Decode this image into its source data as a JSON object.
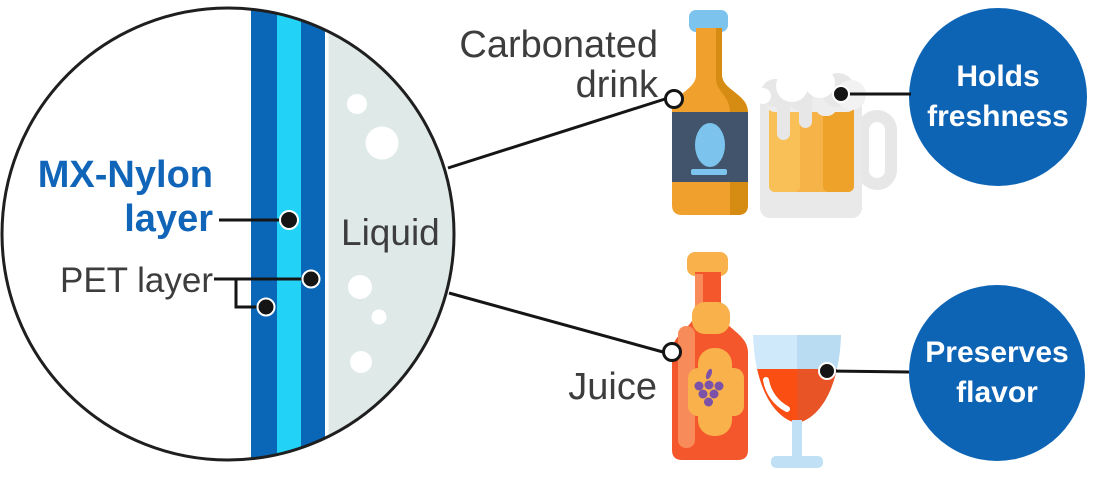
{
  "figure": {
    "lens": {
      "mx_nylon_label": "MX-Nylon\nlayer",
      "pet_label": "PET layer",
      "liquid_label": "Liquid"
    },
    "carbonated": {
      "label": "Carbonated\ndrink",
      "benefit": "Holds\nfreshness"
    },
    "juice": {
      "label": "Juice",
      "benefit": "Preserves\nflavor"
    },
    "colors": {
      "brand_blue_circle": "#0d64b5",
      "pet_layer_blue": "#0a66b6",
      "mx_nylon_cyan": "#22d3f7",
      "liquid_gray": "#dfe9e8",
      "label_text_gray": "#3d3d3d",
      "mx_text_blue": "#1065b8",
      "line_black": "#151515",
      "beer_amber": "#f0a02c",
      "juice_red": "#f4572b",
      "label_slate": "#41546b",
      "cap_light_blue": "#7cc3ee"
    }
  }
}
